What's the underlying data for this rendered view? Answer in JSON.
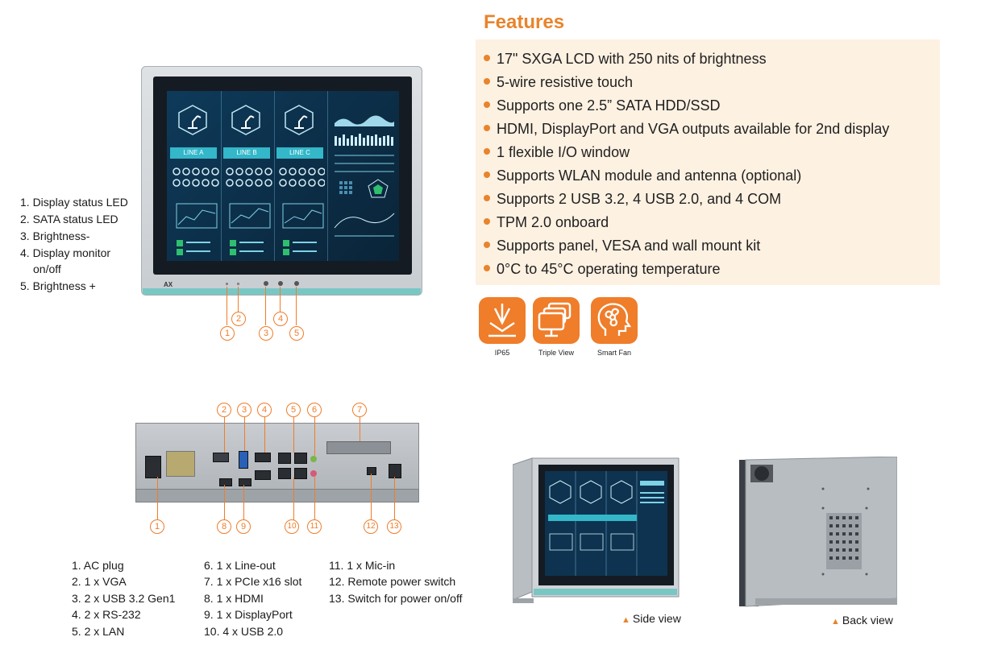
{
  "front_labels": [
    "1. Display status LED",
    "2. SATA status LED",
    "3. Brightness-",
    "4. Display monitor",
    "on/off",
    "5. Brightness +"
  ],
  "front_callouts": [
    "1",
    "2",
    "3",
    "4",
    "5"
  ],
  "screen": {
    "line_labels": [
      "LINE A",
      "LINE B",
      "LINE C"
    ],
    "logo": "AX"
  },
  "features": {
    "title": "Features",
    "items": [
      "17\" SXGA LCD with 250 nits of brightness",
      "5-wire resistive touch",
      "Supports one 2.5” SATA HDD/SSD",
      "HDMI, DisplayPort and VGA outputs available for 2nd display",
      "1 flexible I/O window",
      "Supports WLAN module and antenna (optional)",
      "Supports 2 USB 3.2, 4 USB 2.0, and 4 COM",
      "TPM 2.0 onboard",
      "Supports panel, VESA and wall mount kit",
      "0°C to 45°C operating temperature"
    ],
    "icons": [
      {
        "label": "IP65",
        "icon": "ip65-icon"
      },
      {
        "label": "Triple View",
        "icon": "triple-view-icon"
      },
      {
        "label": "Smart Fan",
        "icon": "smart-fan-icon"
      }
    ]
  },
  "rear_callouts_top": [
    "2",
    "3",
    "4",
    "5",
    "6",
    "7"
  ],
  "rear_callouts_bottom": [
    "1",
    "8",
    "9",
    "10",
    "11",
    "12",
    "13"
  ],
  "io_list": {
    "col1": [
      "1. AC plug",
      "2. 1 x VGA",
      "3. 2 x USB 3.2 Gen1",
      "4. 2 x RS-232",
      "5. 2 x LAN"
    ],
    "col2": [
      "6. 1 x Line-out",
      "7. 1 x PCIe x16 slot",
      "8. 1 x HDMI",
      "9. 1 x DisplayPort",
      "10. 4 x USB 2.0"
    ],
    "col3": [
      "11. 1 x Mic-in",
      "12. Remote power switch",
      "13. Switch for power on/off"
    ]
  },
  "views": {
    "side": "Side view",
    "back": "Back view"
  },
  "colors": {
    "accent": "#ef7d2a",
    "feature_bg": "#fdf1e2",
    "teal": "#33b7c9"
  }
}
